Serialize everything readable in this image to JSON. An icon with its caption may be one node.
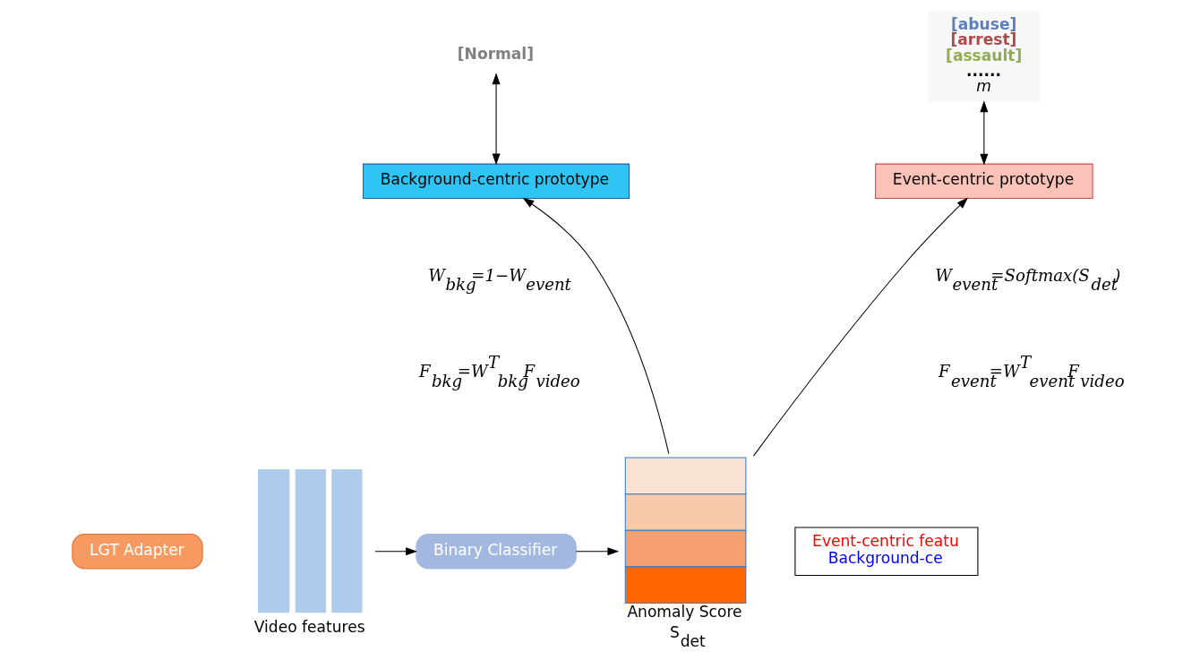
{
  "diagram": {
    "nodes": [
      {
        "text": [
          "[Normal]"
        ]
      },
      {
        "text": [
          "[abuse]",
          "[arrest]",
          "[assault]",
          "......",
          "m"
        ]
      },
      {
        "text": [
          "Background-centric prototype"
        ]
      },
      {
        "text": [
          "Event-centric prototype"
        ]
      },
      {
        "text": [
          "LGT Adapter"
        ]
      },
      {
        "text": [],
        "shape": "bar",
        "beside": [
          "Video features"
        ]
      },
      {
        "text": [
          "Binary Classifier"
        ]
      },
      {
        "text": [],
        "shape": "bar",
        "beside": [
          "Anomaly Score",
          "S$_{det}$"
        ]
      },
      {
        "text": [
          "Event-centric featu",
          "Background-ce"
        ]
      }
    ],
    "edges": [
      {
        "from": 0,
        "to": 2,
        "arrow": "both"
      },
      {
        "from": 1,
        "to": 3,
        "arrow": "both"
      },
      {
        "from": 5,
        "to": 6,
        "arrow": "to"
      },
      {
        "from": 6,
        "to": 7,
        "arrow": "to"
      },
      {
        "from": 7,
        "to": 2,
        "arrow": "to"
      },
      {
        "from": 7,
        "to": 3,
        "arrow": "to"
      }
    ],
    "labels": [
      "W$_{bkg}$=1−W$_{event}$",
      "W$_{event}$=Softmax(S$_{det}$)",
      "F$_{bkg}$=W$^{T}$$_{bkg}$F$_{video}$",
      "F$_{event}$=W$^{T}$$_{event}$F$_{video}$"
    ]
  }
}
